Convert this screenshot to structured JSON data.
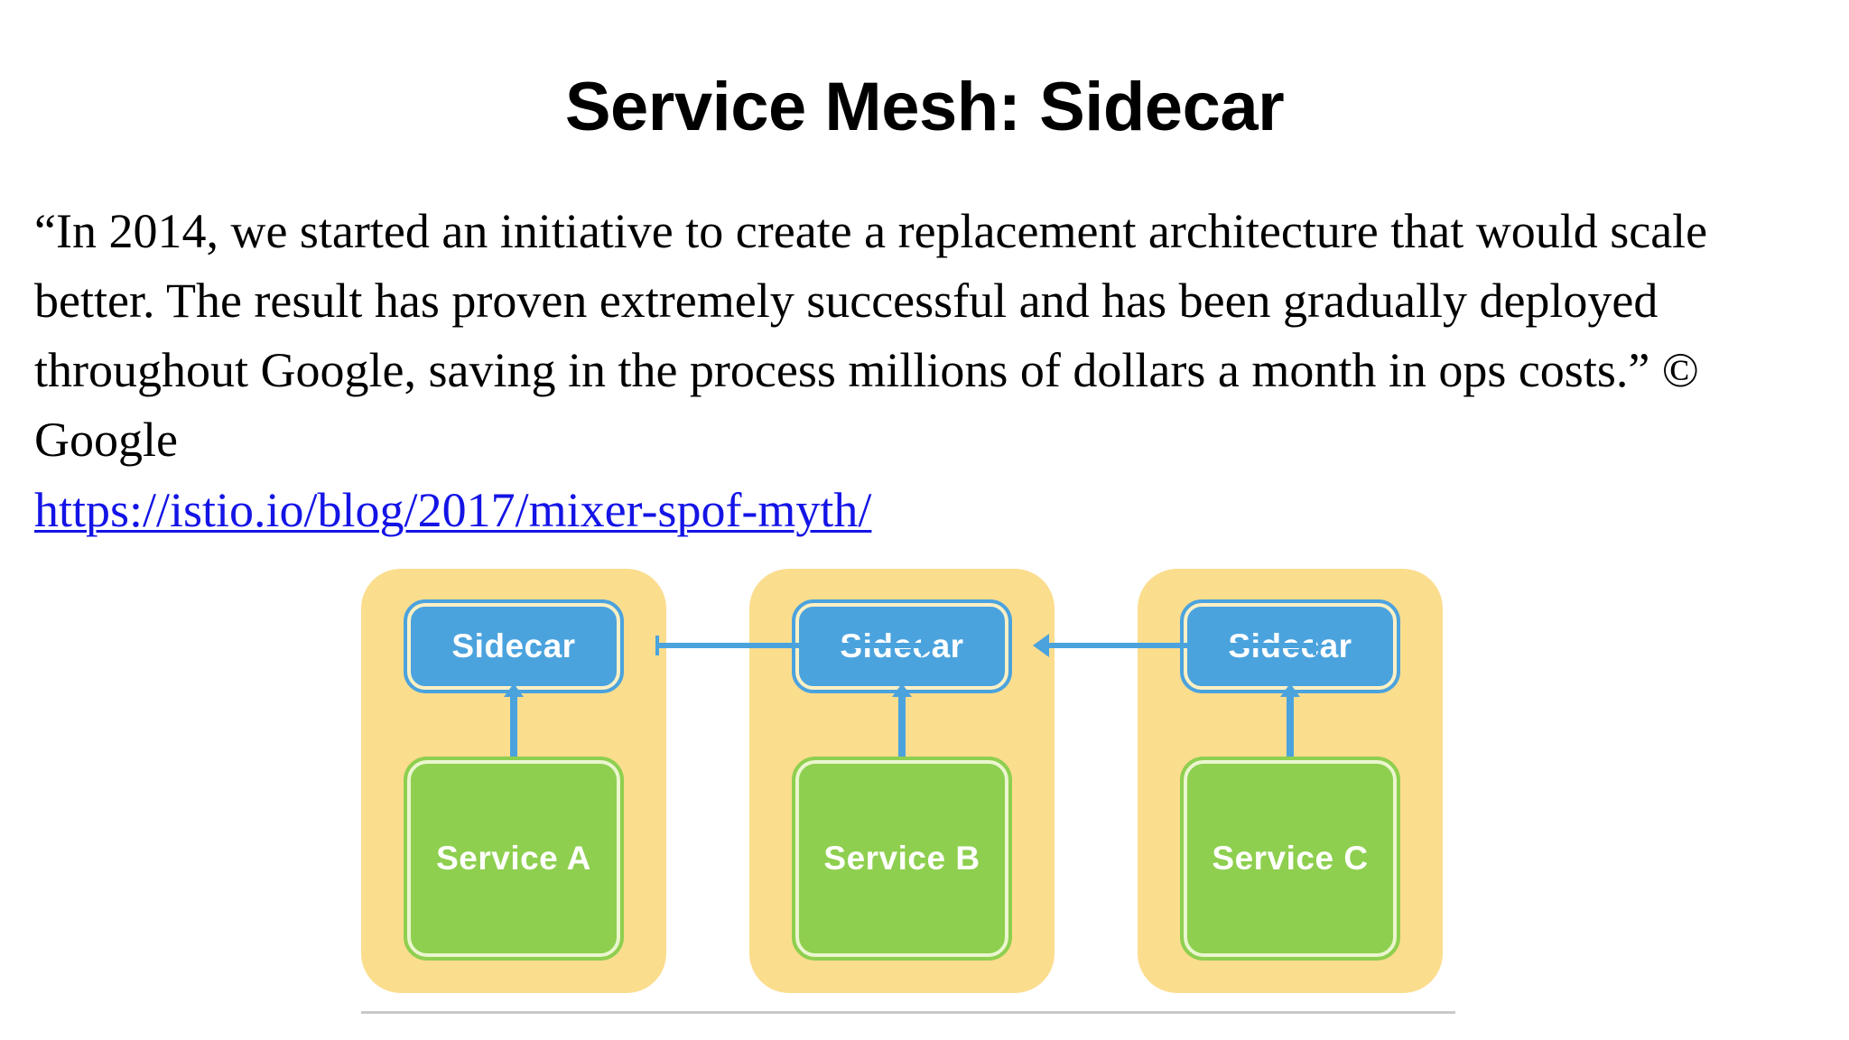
{
  "slide": {
    "title": "Service Mesh: Sidecar",
    "quote": "“In 2014, we started an initiative to create a replacement architecture that would scale better. The result has proven extremely successful and has been gradually deployed throughout Google, saving in the process millions of dollars a month in ops costs.” © Google",
    "link_text": "https://istio.io/blog/2017/mixer-spof-myth/",
    "link_href": "https://istio.io/blog/2017/mixer-spof-myth/"
  },
  "colors": {
    "pod_background": "#fbdd8e",
    "sidecar_fill": "#4ba3de",
    "sidecar_inner_border": "#fdf0c4",
    "service_fill": "#8ecf4f",
    "service_inner_border": "#eaf6cf",
    "arrow": "#4ba3de",
    "link": "#1414e6",
    "text": "#000000",
    "rule": "#c9c9c9"
  },
  "diagram": {
    "pods": [
      {
        "sidecar_label": "Sidecar",
        "service_label": "Service A"
      },
      {
        "sidecar_label": "Sidecar",
        "service_label": "Service B"
      },
      {
        "sidecar_label": "Sidecar",
        "service_label": "Service C"
      }
    ],
    "connections": [
      {
        "from": "Sidecar A",
        "to": "Sidecar B",
        "direction": "right"
      },
      {
        "from": "Sidecar C",
        "to": "Sidecar B",
        "direction": "left"
      }
    ],
    "internal_links": "bidirectional sidecar-to-service"
  }
}
